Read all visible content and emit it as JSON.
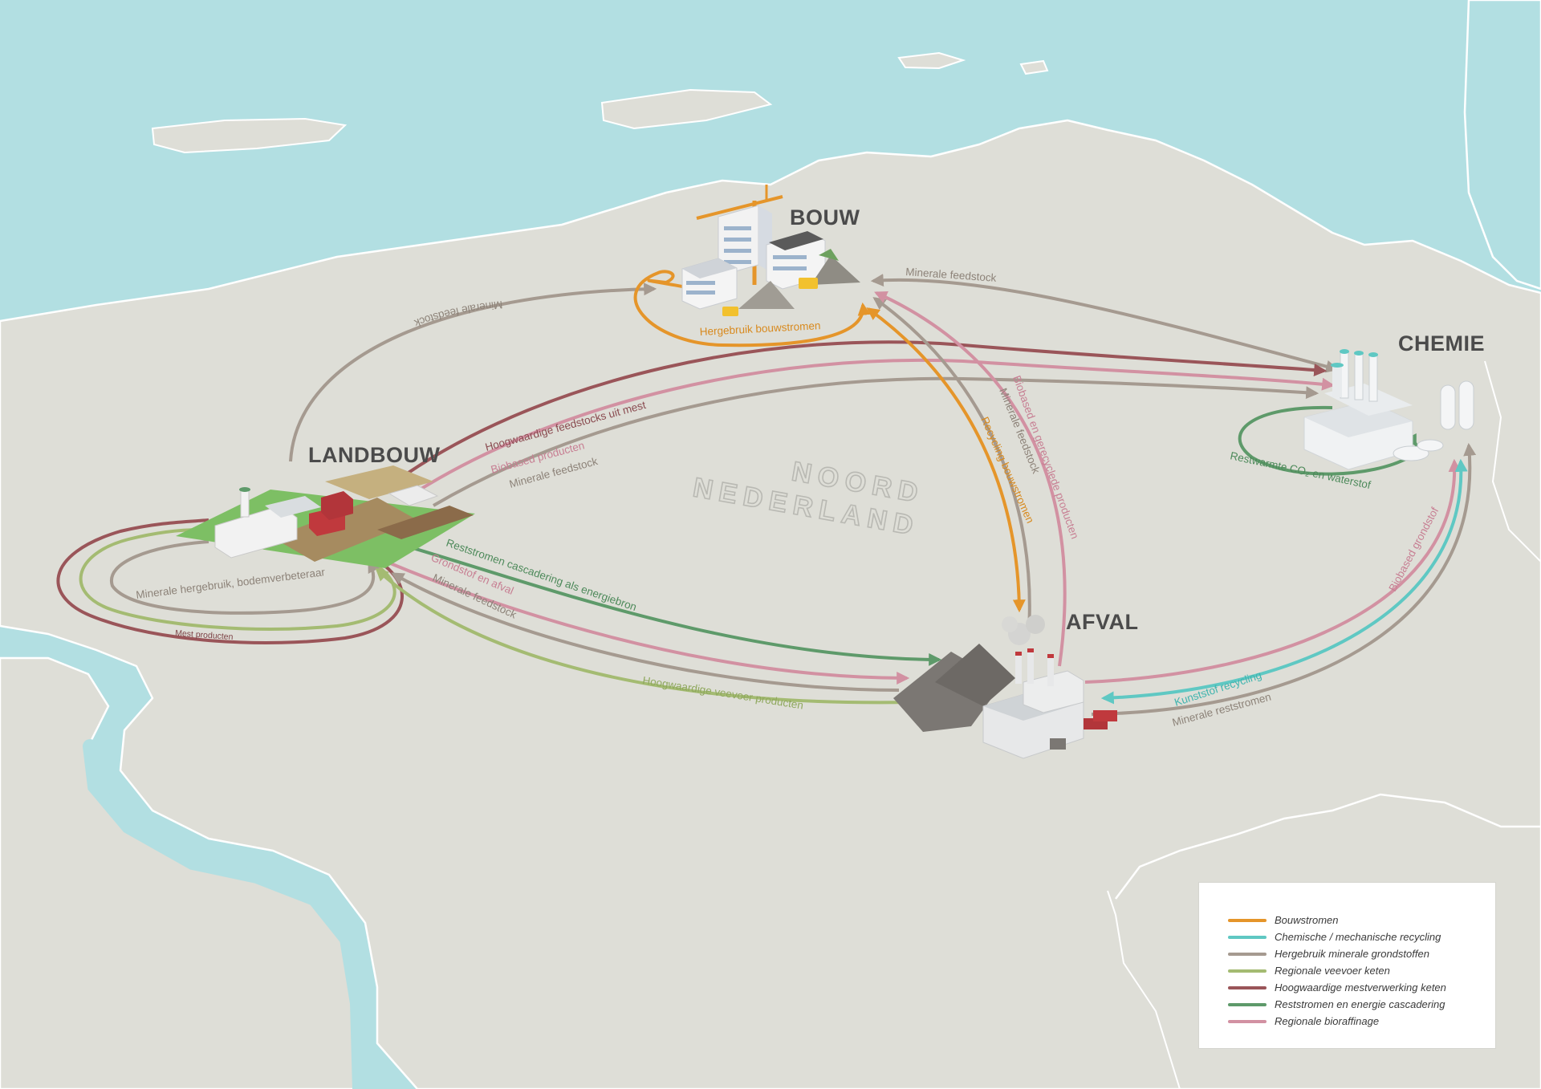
{
  "nodes": {
    "bouw": "BOUW",
    "chemie": "CHEMIE",
    "landbouw": "LANDBOUW",
    "afval": "AFVAL"
  },
  "region": {
    "line1": "NOORD",
    "line2": "NEDERLAND"
  },
  "colors": {
    "sea": "#b2dfe2",
    "land": "#deded7",
    "bouwstromen": "#e5952a",
    "recycling": "#5fc8c3",
    "minerale": "#a59a90",
    "veevoer": "#a4bb72",
    "mest": "#9a5559",
    "cascadering": "#5e9a6a",
    "bioraffinage": "#d291a2"
  },
  "flows": {
    "minerale_feedstock_landbouw_bouw": "Minerale feedstock",
    "minerale_feedstock_chemie_bouw": "Minerale feedstock",
    "hergebruik_bouwstromen": "Hergebruik bouwstromen",
    "hoogwaardige_feedstocks_mest": "Hoogwaardige feedstocks uit mest",
    "biobased_producten": "Biobased producten",
    "minerale_feedstock_landbouw_chemie": "Minerale feedstock",
    "biobased_gerecyclede": "Biobased en gerecyclede producten",
    "minerale_feedstock_afval_bouw": "Minerale feedstock",
    "recycling_bouwstromen": "Recycling bouwstromen",
    "restwarmte": "Restwarmte CO₂ en waterstof",
    "biobased_grondstof": "Biobased grondstof",
    "kunststof_recycling": "Kunststof recycling",
    "minerale_reststromen": "Minerale reststromen",
    "reststromen_cascadering": "Reststromen cascadering als energiebron",
    "grondstof_afval": "Grondstof en afval",
    "minerale_feedstock_landbouw_afval": "Minerale feedstock",
    "hoogwaardige_veevoer": "Hoogwaardige veevoer producten",
    "minerale_hergebruik": "Minerale hergebruik, bodemverbeteraar",
    "mest_producten": "Mest producten"
  },
  "legend": [
    {
      "label": "Bouwstromen",
      "color": "#e5952a"
    },
    {
      "label": "Chemische / mechanische recycling",
      "color": "#5fc8c3"
    },
    {
      "label": "Hergebruik minerale grondstoffen",
      "color": "#a59a90"
    },
    {
      "label": "Regionale veevoer keten",
      "color": "#a4bb72"
    },
    {
      "label": "Hoogwaardige mestverwerking keten",
      "color": "#9a5559"
    },
    {
      "label": "Reststromen en energie cascadering",
      "color": "#5e9a6a"
    },
    {
      "label": "Regionale bioraffinage",
      "color": "#d291a2"
    }
  ]
}
